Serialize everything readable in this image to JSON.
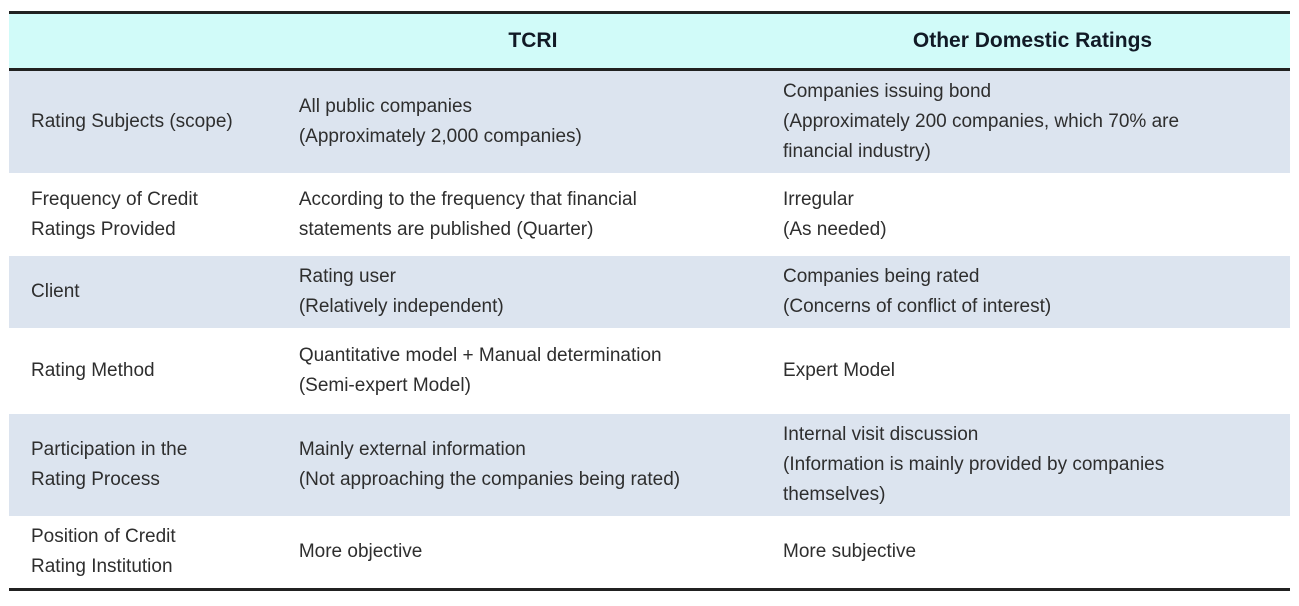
{
  "header": {
    "col1": "",
    "col2": "TCRI",
    "col3": "Other Domestic Ratings"
  },
  "rows": [
    {
      "label": "Rating Subjects (scope)",
      "tcri": "All public companies\n(Approximately 2,000 companies)",
      "other": "Companies issuing bond\n(Approximately 200 companies, which 70% are\nfinancial industry)"
    },
    {
      "label": "Frequency of Credit\nRatings Provided",
      "tcri": "According to the frequency that financial\nstatements are published (Quarter)",
      "other": "Irregular\n(As needed)"
    },
    {
      "label": "Client",
      "tcri": "Rating user\n(Relatively independent)",
      "other": "Companies being rated\n(Concerns of conflict of interest)"
    },
    {
      "label": "Rating Method",
      "tcri": "Quantitative model + Manual determination\n(Semi-expert Model)",
      "other": "Expert Model"
    },
    {
      "label": "Participation in the\nRating Process",
      "tcri": "Mainly external information\n(Not approaching the companies being rated)",
      "other": "Internal visit discussion\n(Information is mainly provided by companies\nthemselves)"
    },
    {
      "label": "Position of Credit\nRating Institution",
      "tcri": "More objective",
      "other": "More subjective"
    }
  ],
  "colors": {
    "header_bg": "#d1fbf9",
    "row_shaded_bg": "#dce4ef",
    "row_plain_bg": "#ffffff",
    "border": "#212121",
    "text": "#2e2e2e",
    "header_text": "#111a26"
  }
}
